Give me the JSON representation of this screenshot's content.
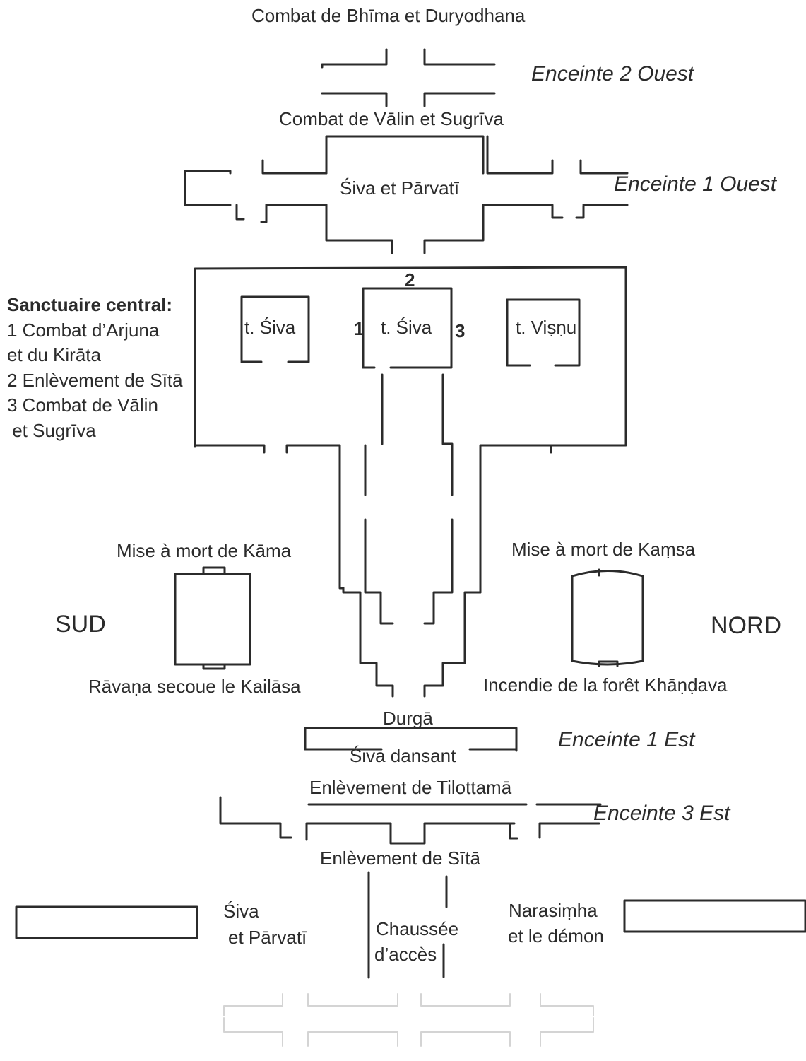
{
  "labels": {
    "bhima_duryodhana": "Combat de Bhīma et Duryodhana",
    "enceinte_2_ouest": "Enceinte 2 Ouest",
    "valin_sugriva_top": "Combat de Vālin et Sugrīva",
    "siva_parvati_top": "Śiva et Pārvatī",
    "enceinte_1_ouest": "Enceinte 1 Ouest",
    "mark_1": "1",
    "mark_2": "2",
    "mark_3": "3",
    "shrine_siva_left": "t. Śiva",
    "shrine_siva_center": "t. Śiva",
    "shrine_visnu": "t. Viṣṇu",
    "mise_a_mort_kama": "Mise à mort de Kāma",
    "mise_a_mort_kamsa": "Mise à mort de Kaṃsa",
    "sud": "SUD",
    "nord": "NORD",
    "ravana_kailasa": "Rāvaṇa secoue le Kailāsa",
    "incendie_khandava": "Incendie de la forêt Khāṇḍava",
    "durga": "Durgā",
    "enceinte_1_est": "Enceinte 1 Est",
    "siva_dansant": "Śiva dansant",
    "tilottama": "Enlèvement de Tilottamā",
    "enceinte_3_est": "Enceinte 3 Est",
    "sita_bottom": "Enlèvement de Sītā",
    "siva_parvati_bottom_1": "Śiva",
    "siva_parvati_bottom_2": "et Pārvatī",
    "chaussee_1": "Chaussée",
    "chaussee_2": "d’accès",
    "narasimha_1": "Narasiṃha",
    "narasimha_2": "et le démon"
  },
  "legend": {
    "title": "Sanctuaire central:",
    "lines": [
      "1 Combat d’Arjuna",
      "et du Kirāta",
      "2 Enlèvement de Sītā",
      "3 Combat de Vālin",
      " et Sugrīva"
    ]
  }
}
